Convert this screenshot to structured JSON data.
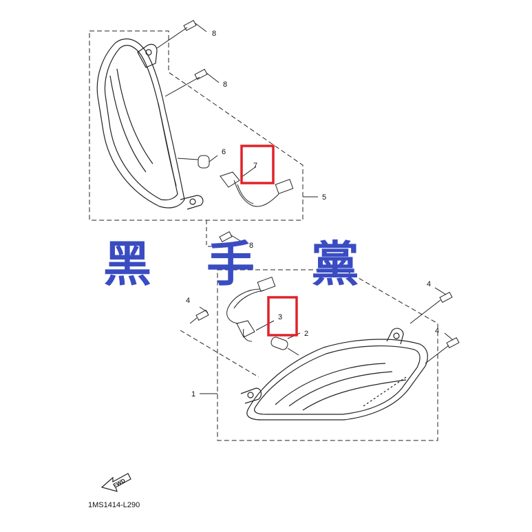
{
  "diagram": {
    "callouts": {
      "c1": "1",
      "c2": "2",
      "c3": "3",
      "c4a": "4",
      "c4b": "4",
      "c4c": "4",
      "c5": "5",
      "c6": "6",
      "c7": "7",
      "c8a": "8",
      "c8b": "8",
      "c8c": "8"
    },
    "watermark": [
      "黑",
      "手",
      "黨"
    ],
    "fwd_label": "FWD",
    "drawing_code": "1MS1414-L290",
    "highlight_color": "#e0222a",
    "watermark_color": "#3a4cc2"
  }
}
